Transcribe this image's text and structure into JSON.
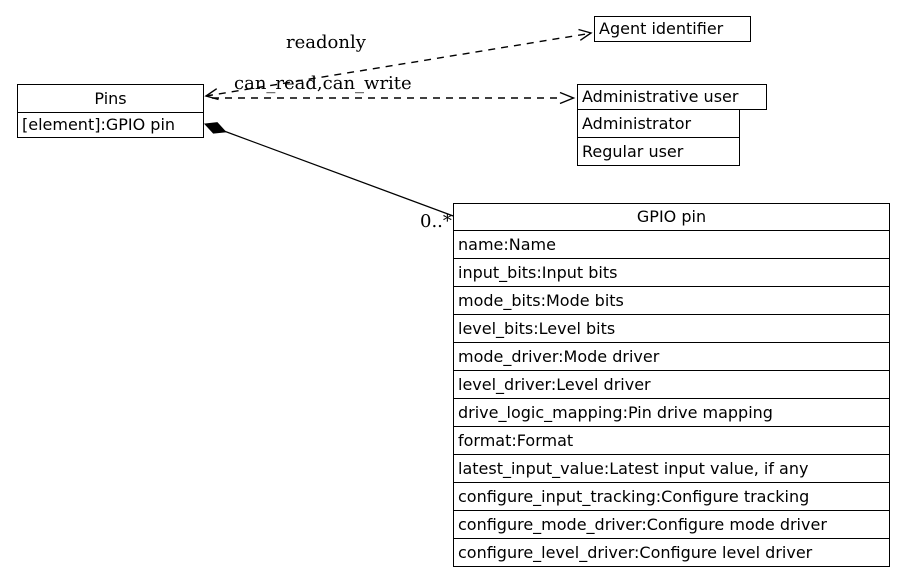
{
  "canvas": {
    "background": "#ffffff",
    "line_color": "#000000"
  },
  "nodes": {
    "pins": {
      "title": "Pins",
      "attributes": [
        "[element]:GPIO pin"
      ]
    },
    "agent_identifier": {
      "title": "Agent identifier"
    },
    "administrative_user": {
      "title": "Administrative user",
      "subtypes": [
        "Administrator",
        "Regular user"
      ]
    },
    "gpio_pin": {
      "title": "GPIO pin",
      "attributes": [
        "name:Name",
        "input_bits:Input bits",
        "mode_bits:Mode bits",
        "level_bits:Level bits",
        "mode_driver:Mode driver",
        "level_driver:Level driver",
        "drive_logic_mapping:Pin drive mapping",
        "format:Format",
        "latest_input_value:Latest input value, if any",
        "configure_input_tracking:Configure tracking",
        "configure_mode_driver:Configure mode driver",
        "configure_level_driver:Configure level driver"
      ]
    }
  },
  "edges": {
    "readonly": {
      "label": "readonly",
      "from": "pins",
      "to": "agent_identifier",
      "style": "dashed-arrow"
    },
    "permissions": {
      "label": "can_read,can_write",
      "from": "pins",
      "to": "administrative_user",
      "style": "dashed-arrow"
    },
    "composition": {
      "label": "0..*",
      "from": "pins",
      "to": "gpio_pin",
      "style": "solid-composition-diamond"
    }
  }
}
